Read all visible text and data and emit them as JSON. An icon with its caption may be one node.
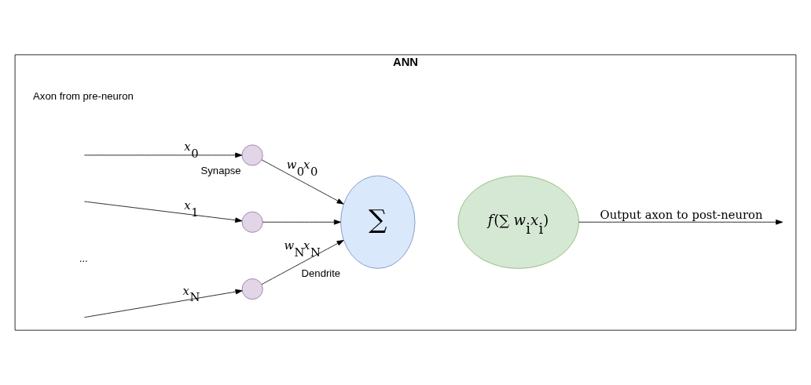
{
  "diagram": {
    "nodes": [
      {
        "text": [
          "ANN"
        ]
      },
      {
        "text": [],
        "shape": "circle",
        "in": 0,
        "beside": [
          "Synapse"
        ]
      },
      {
        "text": [],
        "shape": "circle",
        "in": 0
      },
      {
        "text": [],
        "shape": "circle",
        "in": 0
      },
      {
        "text": [
          "∑"
        ],
        "in": 0,
        "beside": [
          "Dendrite"
        ]
      },
      {
        "text": [
          "*f*(∑ *w*$_{i}$*x*$_{i}$)"
        ],
        "in": 0
      }
    ],
    "edges": [
      {
        "from": null,
        "to": 1,
        "arrow": "to",
        "label": "*x*$_{0}$"
      },
      {
        "from": null,
        "to": 2,
        "arrow": "to",
        "label": "*x*$_{1}$"
      },
      {
        "from": null,
        "to": 3,
        "arrow": "to",
        "label": "*x*$_{N}$"
      },
      {
        "from": 1,
        "to": 4,
        "arrow": "to",
        "label": "*w*$_{0}$*x*$_{0}$"
      },
      {
        "from": 2,
        "to": 4,
        "arrow": "to"
      },
      {
        "from": 3,
        "to": 4,
        "arrow": "to",
        "label": "*w*$_{N}$*x*$_{N}$"
      },
      {
        "from": 5,
        "to": null,
        "arrow": "to",
        "label": "Output axon to post-neuron"
      }
    ],
    "labels": [
      "Axon from pre-neuron",
      "..."
    ]
  }
}
